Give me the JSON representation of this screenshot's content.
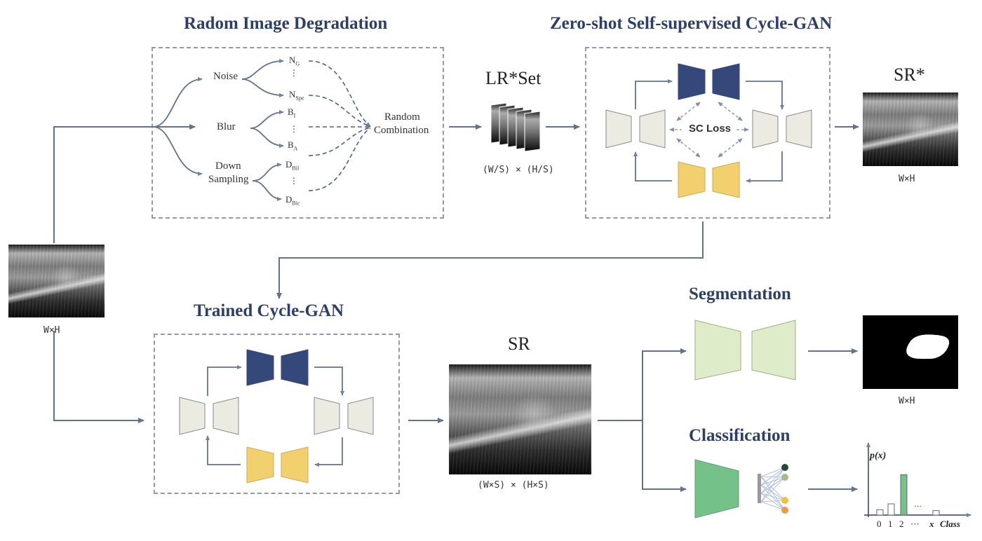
{
  "sections": {
    "degradation_title": "Radom Image Degradation",
    "cyclegan_title": "Zero-shot Self-supervised Cycle-GAN",
    "trained_title": "Trained Cycle-GAN",
    "segmentation_title": "Segmentation",
    "classification_title": "Classification"
  },
  "degradation": {
    "noise": "Noise",
    "blur": "Blur",
    "down_line1": "Down",
    "down_line2": "Sampling",
    "random_line1": "Random",
    "random_line2": "Combination",
    "ellipsis": "⋮",
    "n_g_base": "N",
    "n_g_sub": "G",
    "n_spe_base": "N",
    "n_spe_sub": "Spe",
    "b_i_base": "B",
    "b_i_sub": "I",
    "b_a_base": "B",
    "b_a_sub": "A",
    "d_bil_base": "D",
    "d_bil_sub": "Bil",
    "d_bic_base": "D",
    "d_bic_sub": "Bic"
  },
  "labels": {
    "lr_set": "LR*Set",
    "lr_dims": "(W/S) × (H/S)",
    "sc_loss": "SC Loss",
    "sr_star": "SR*",
    "sr_star_dims": "W×H",
    "input_dims": "W×H",
    "sr": "SR",
    "sr_dims": "(W×S) × (H×S)",
    "mask_dims": "W×H"
  },
  "chart": {
    "ylabel": "p(x)",
    "ticks": [
      "0",
      "1",
      "2",
      "···",
      "x"
    ],
    "xlabel": "Class",
    "bar_values": [
      0.12,
      0.25,
      0.9,
      0.1
    ],
    "highlight_index": 2,
    "dots": "···"
  },
  "colors": {
    "navy": "#34497a",
    "beige": "#ecebe1",
    "yellow": "#f1d06d",
    "light_green": "#deecc9",
    "green": "#74c18a",
    "arrow": "#5f7391",
    "title": "#2c3e6a"
  }
}
